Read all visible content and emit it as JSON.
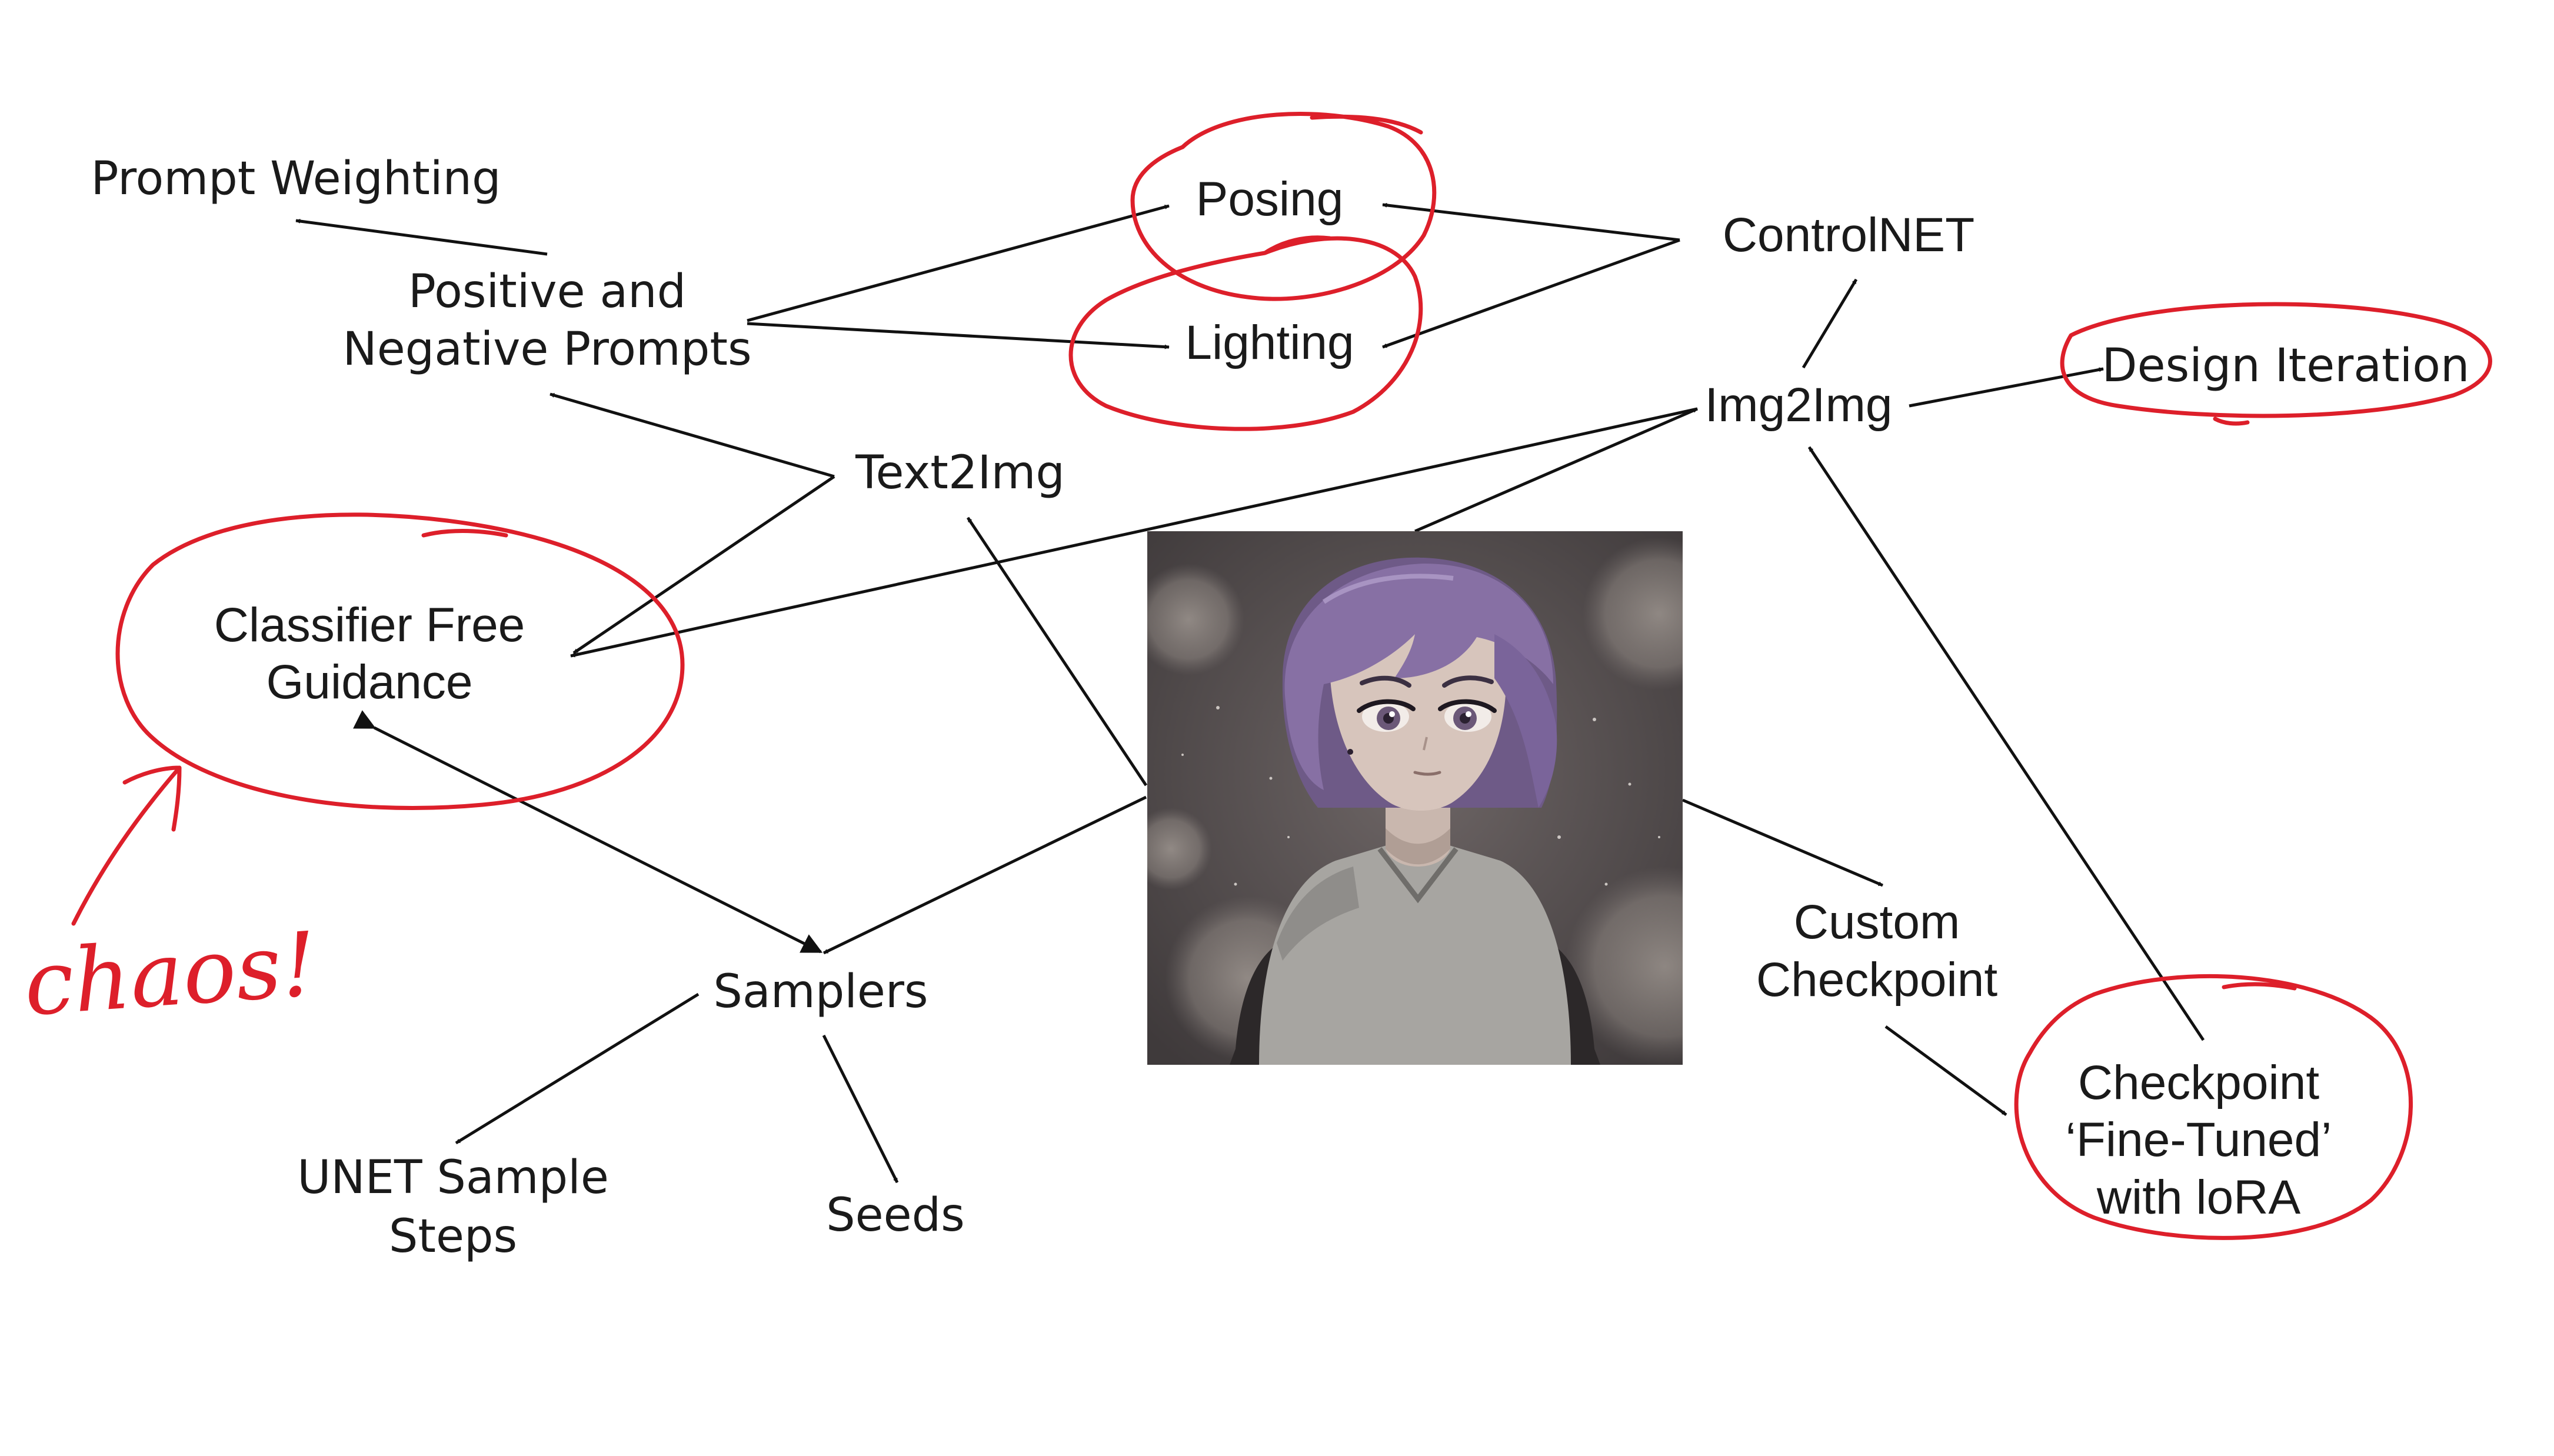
{
  "nodes": {
    "prompt_weighting": "Prompt Weighting",
    "positive_negative_1": "Positive and",
    "positive_negative_2": "Negative Prompts",
    "posing": "Posing",
    "lighting": "Lighting",
    "controlnet": "ControlNET",
    "img2img": "Img2Img",
    "design_iteration": "Design Iteration",
    "text2img": "Text2Img",
    "cfg_1": "Classifier Free",
    "cfg_2": "Guidance",
    "samplers": "Samplers",
    "unet_1": "UNET Sample",
    "unet_2": "Steps",
    "seeds": "Seeds",
    "custom_checkpoint_1": "Custom",
    "custom_checkpoint_2": "Checkpoint",
    "finetuned_1": "Checkpoint",
    "finetuned_2": "‘Fine-Tuned’",
    "finetuned_3": "with loRA"
  },
  "annotation": {
    "handwritten": "chaos!"
  },
  "colors": {
    "ink": "#111111",
    "annotation": "#dd1f2a"
  }
}
